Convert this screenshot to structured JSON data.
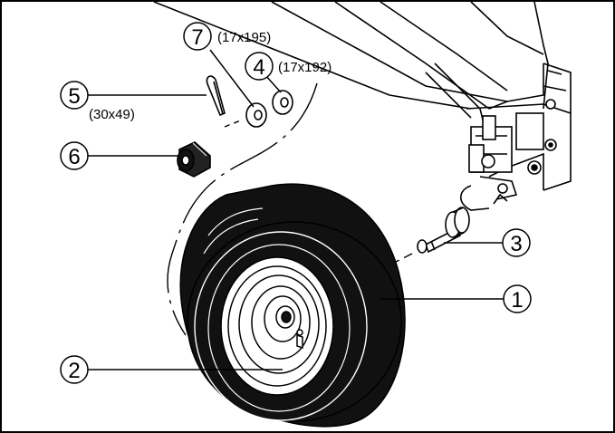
{
  "figure": {
    "description_free": true,
    "callouts": [
      {
        "number": "1",
        "size": ""
      },
      {
        "number": "2",
        "size": ""
      },
      {
        "number": "3",
        "size": ""
      },
      {
        "number": "4",
        "size": "(17x192)"
      },
      {
        "number": "5",
        "size": "(30x49)"
      },
      {
        "number": "6",
        "size": ""
      },
      {
        "number": "7",
        "size": "(17x195)"
      }
    ],
    "colors": {
      "line": "#000000",
      "tire": "#111111",
      "background": "#ffffff",
      "hub": "#ffffff"
    }
  }
}
